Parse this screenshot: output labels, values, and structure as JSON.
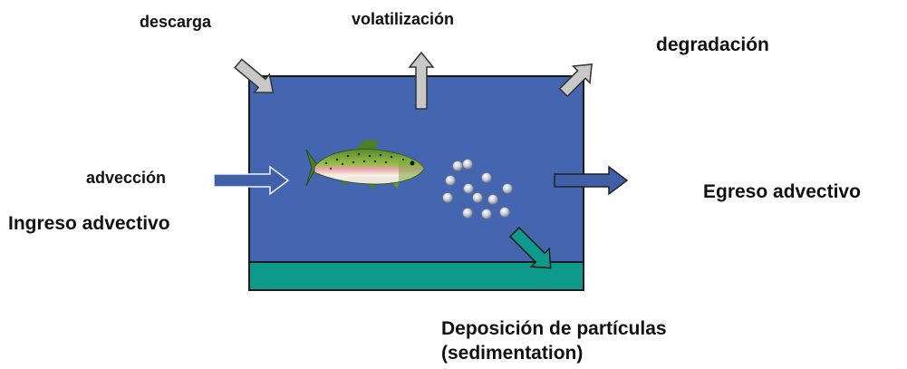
{
  "labels": {
    "descarga": "descarga",
    "volatilizacion": "volatilización",
    "degradacion": "degradación",
    "adveccion": "advección",
    "ingreso": "Ingreso advectivo",
    "egreso": "Egreso advectivo",
    "deposicion_1": "Deposición de partículas",
    "deposicion_2": "(sedimentation)"
  },
  "colors": {
    "water": "#4465b0",
    "sediment": "#0e9a8a",
    "gray_arrow": "#c8c8c8",
    "blue_arrow": "#3f5fa8",
    "teal_arrow": "#0e9a8a",
    "outline": "#1a1a1a"
  },
  "icons": {
    "fish": "trout-icon",
    "particles": "particle-bubbles"
  }
}
